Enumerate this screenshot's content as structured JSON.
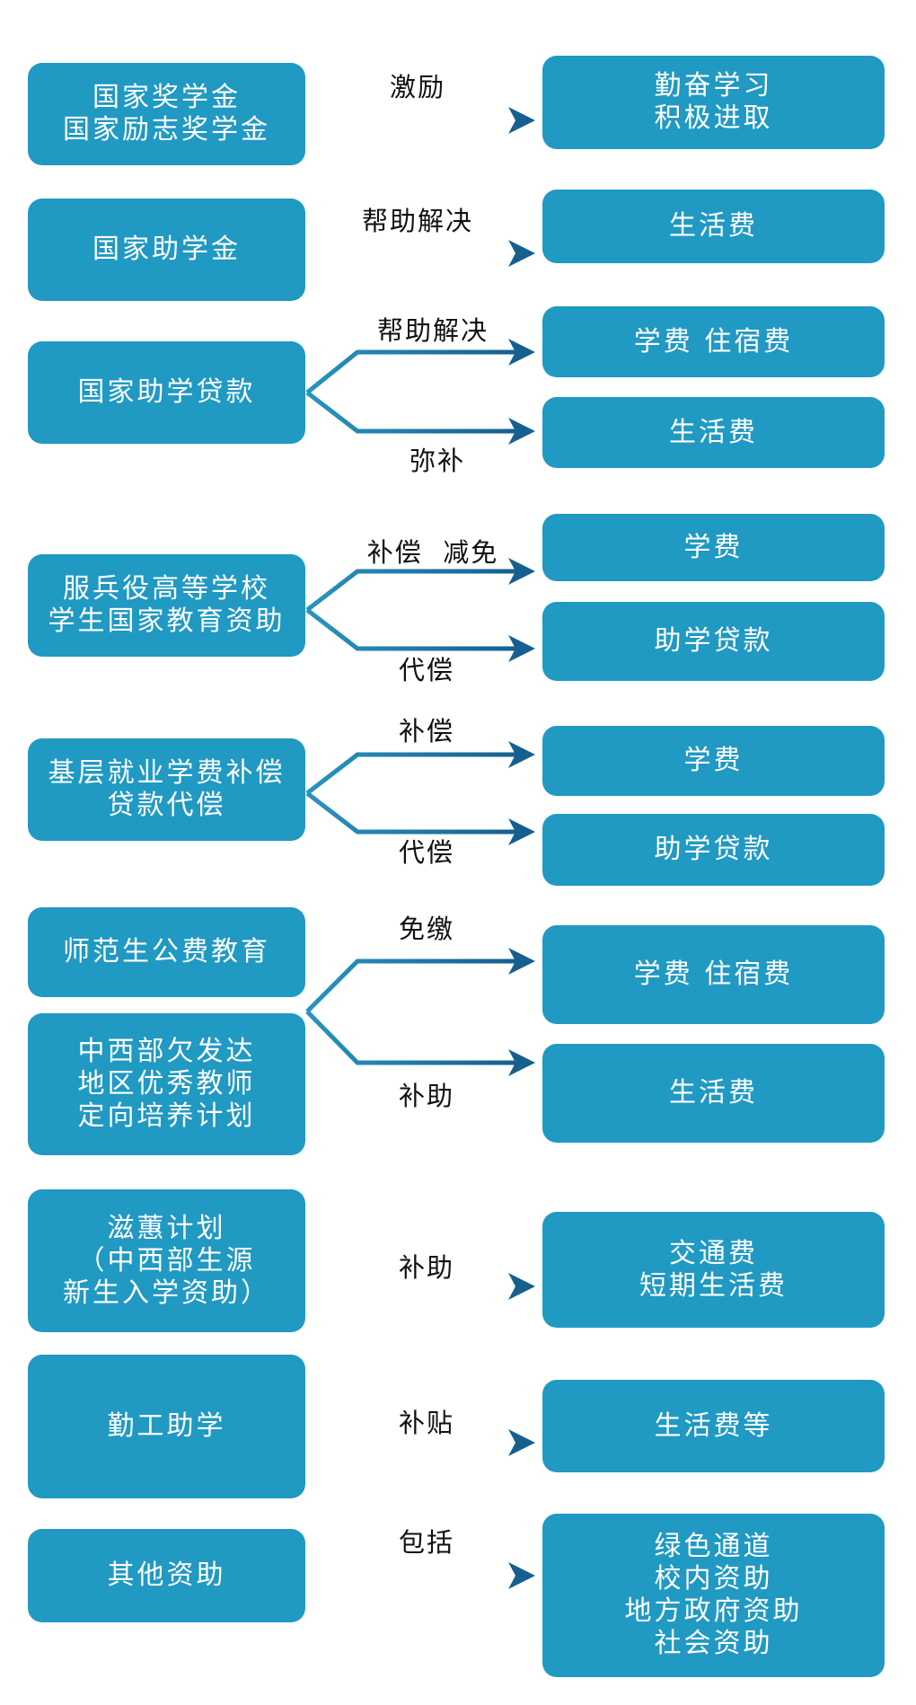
{
  "colors": {
    "box": "#2099c3",
    "arrow": "#1a6c98"
  },
  "rows": [
    {
      "left": [
        "国家奖学金\n国家励志奖学金"
      ],
      "labels": [
        "激励"
      ],
      "right": [
        "勤奋学习\n积极进取"
      ]
    },
    {
      "left": [
        "国家助学金"
      ],
      "labels": [
        "帮助解决"
      ],
      "right": [
        "生活费"
      ]
    },
    {
      "left": [
        "国家助学贷款"
      ],
      "labels": [
        "帮助解决",
        "弥补"
      ],
      "right": [
        "学费 住宿费",
        "生活费"
      ]
    },
    {
      "left": [
        "服兵役高等学校\n学生国家教育资助"
      ],
      "labels": [
        "补偿  减免",
        "代偿"
      ],
      "right": [
        "学费",
        "助学贷款"
      ]
    },
    {
      "left": [
        "基层就业学费补偿\n贷款代偿"
      ],
      "labels": [
        "补偿",
        "代偿"
      ],
      "right": [
        "学费",
        "助学贷款"
      ]
    },
    {
      "left": [
        "师范生公费教育",
        "中西部欠发达\n地区优秀教师\n定向培养计划"
      ],
      "labels": [
        "免缴",
        "补助"
      ],
      "right": [
        "学费 住宿费",
        "生活费"
      ]
    },
    {
      "left": [
        "滋蕙计划\n（中西部生源\n新生入学资助）"
      ],
      "labels": [
        "补助"
      ],
      "right": [
        "交通费\n短期生活费"
      ]
    },
    {
      "left": [
        "勤工助学"
      ],
      "labels": [
        "补贴"
      ],
      "right": [
        "生活费等"
      ]
    },
    {
      "left": [
        "其他资助"
      ],
      "labels": [
        "包括"
      ],
      "right": [
        "绿色通道\n校内资助\n地方政府资助\n社会资助"
      ]
    }
  ]
}
